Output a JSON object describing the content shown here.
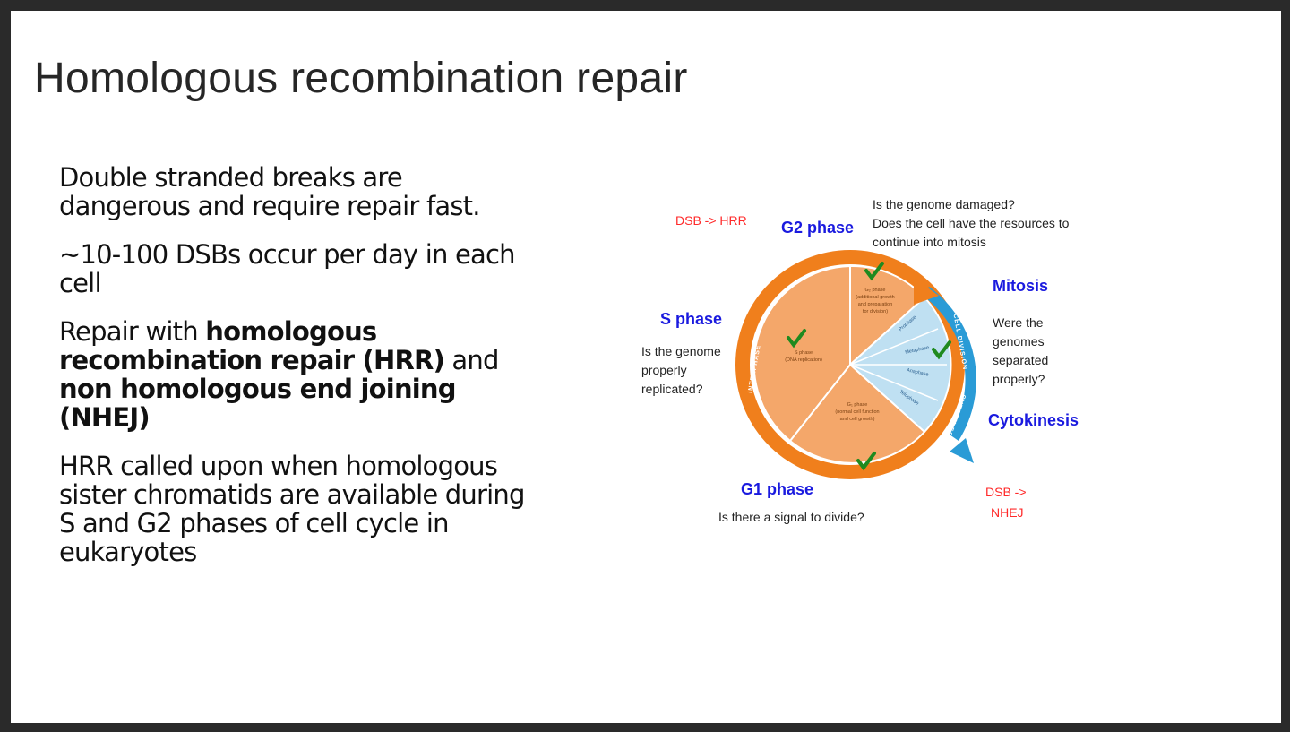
{
  "slide": {
    "title": "Homologous recombination repair",
    "bullets": [
      {
        "parts": [
          {
            "text": "Double stranded breaks are dangerous and require repair fast.",
            "bold": false
          }
        ]
      },
      {
        "parts": [
          {
            "text": "~10-100 DSBs occur per day in each cell",
            "bold": false
          }
        ]
      },
      {
        "parts": [
          {
            "text": "Repair with ",
            "bold": false
          },
          {
            "text": "homologous recombination repair (HRR)",
            "bold": true
          },
          {
            "text": " and ",
            "bold": false
          },
          {
            "text": "non homologous end joining (NHEJ)",
            "bold": true
          }
        ]
      },
      {
        "parts": [
          {
            "text": "HRR called upon when homologous sister chromatids are available during S and G2 phases of cell cycle in eukaryotes",
            "bold": false
          }
        ]
      }
    ]
  },
  "diagram": {
    "dsb_hrr": "DSB -> HRR",
    "g2_phase": "G2 phase",
    "g2_q1": "Is the genome damaged?",
    "g2_q2": "Does the cell have the resources to",
    "g2_q3": "continue into mitosis",
    "mitosis": "Mitosis",
    "mitosis_q": [
      "Were the",
      "genomes",
      "separated",
      "properly?"
    ],
    "s_phase": "S phase",
    "s_q": [
      "Is the genome",
      "properly",
      "replicated?"
    ],
    "cytokinesis": "Cytokinesis",
    "g1_phase": "G1 phase",
    "g1_q": "Is there a signal to divide?",
    "dsb_nhej": [
      "DSB ->",
      "NHEJ"
    ],
    "inner": {
      "g2_label": [
        "G₂ phase",
        "(additional growth",
        "and preparation",
        "for division)"
      ],
      "s_label": [
        "S phase",
        "(DNA replication)"
      ],
      "g1_label": [
        "G₁ phase",
        "(normal cell function",
        "and cell growth)"
      ],
      "m_subphases": [
        "Prophase",
        "Metaphase",
        "Anaphase",
        "Telophase"
      ],
      "interphase_ring": "INTERPHASE",
      "division_ring": "CELL DIVISION",
      "cytokinesis_ring": "CYTOKINESIS"
    },
    "colors": {
      "orange_ring": "#f07f1c",
      "orange_fill": "#f4a76a",
      "blue_ring": "#2a9bd6",
      "blue_fill": "#bfe0f2",
      "check": "#1f8a1f"
    }
  }
}
